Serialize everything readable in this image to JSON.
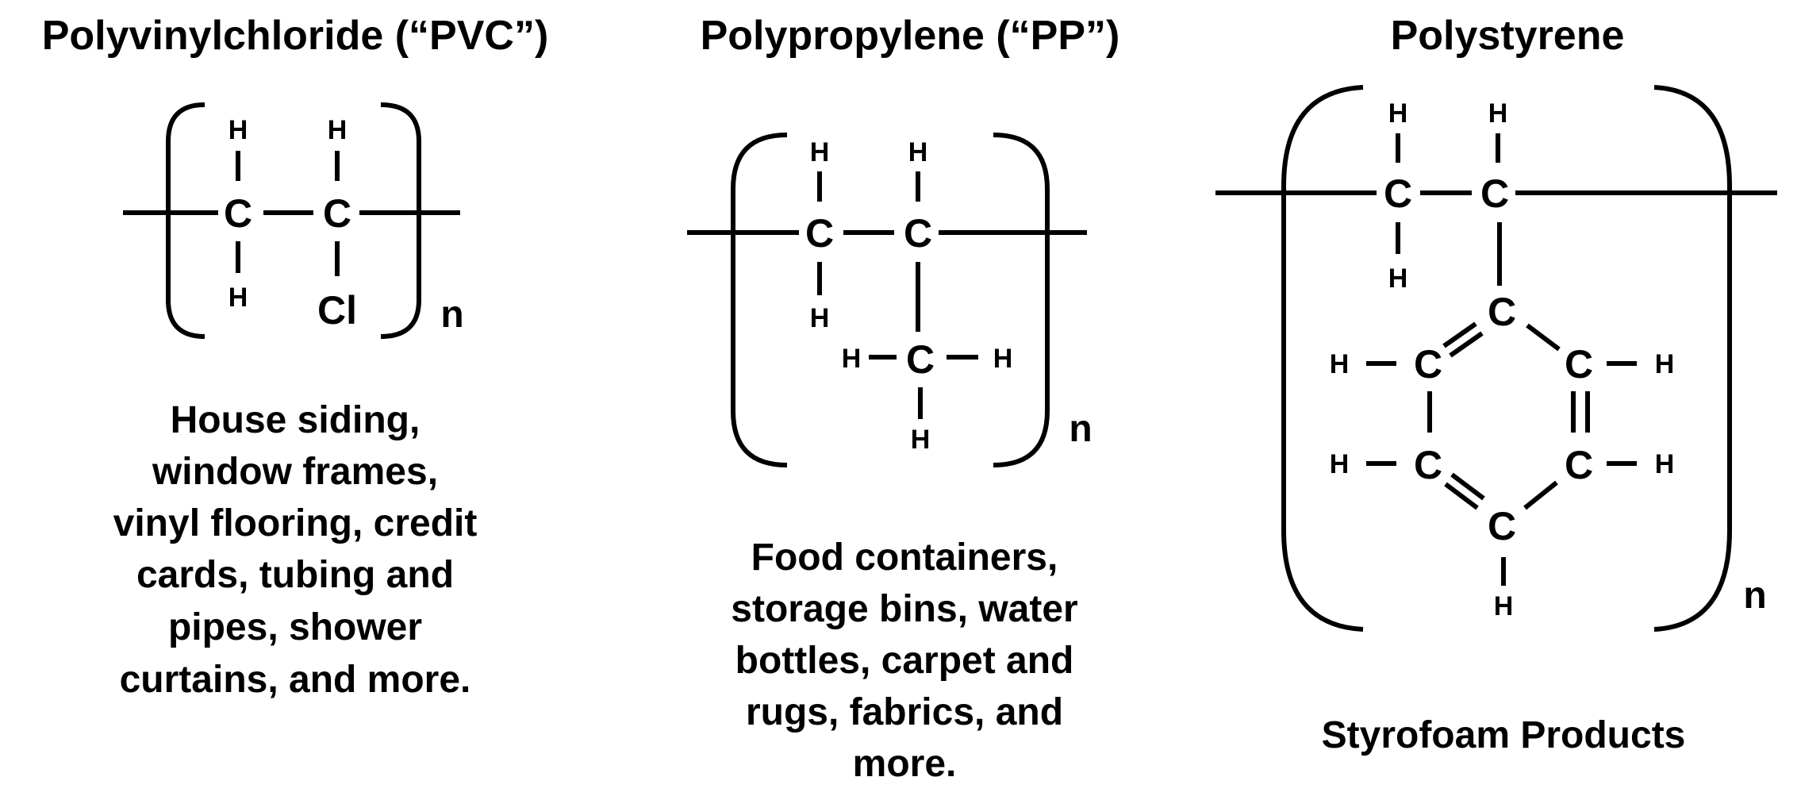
{
  "polymers": [
    {
      "title": "Polyvinylchloride (“PVC”)",
      "atoms": {
        "c1": "C",
        "c2": "C",
        "h1_top": "H",
        "h2_top": "H",
        "h1_bottom": "H",
        "cl": "Cl"
      },
      "repeat_subscript": "n",
      "uses": [
        "House siding,",
        "window frames,",
        "vinyl flooring, credit",
        "cards, tubing and",
        "pipes, shower",
        "curtains, and more."
      ]
    },
    {
      "title": "Polypropylene (“PP”)",
      "atoms": {
        "c1": "C",
        "c2": "C",
        "c3": "C",
        "h1_top": "H",
        "h2_top": "H",
        "h1_bottom": "H",
        "h3_left": "H",
        "h3_right": "H",
        "h3_bottom": "H"
      },
      "repeat_subscript": "n",
      "uses": [
        "Food containers,",
        "storage bins, water",
        "bottles, carpet and",
        "rugs, fabrics, and",
        "more."
      ]
    },
    {
      "title": "Polystyrene",
      "atoms": {
        "c1": "C",
        "c2": "C",
        "h1_top": "H",
        "h2_top": "H",
        "h1_bottom": "H",
        "ring_top": "C",
        "ring_ul": "C",
        "ring_ur": "C",
        "ring_ll": "C",
        "ring_lr": "C",
        "ring_bottom": "C",
        "h_ul": "H",
        "h_ur": "H",
        "h_ll": "H",
        "h_lr": "H",
        "h_bottom": "H"
      },
      "repeat_subscript": "n",
      "uses": [
        "Styrofoam Products"
      ]
    }
  ]
}
